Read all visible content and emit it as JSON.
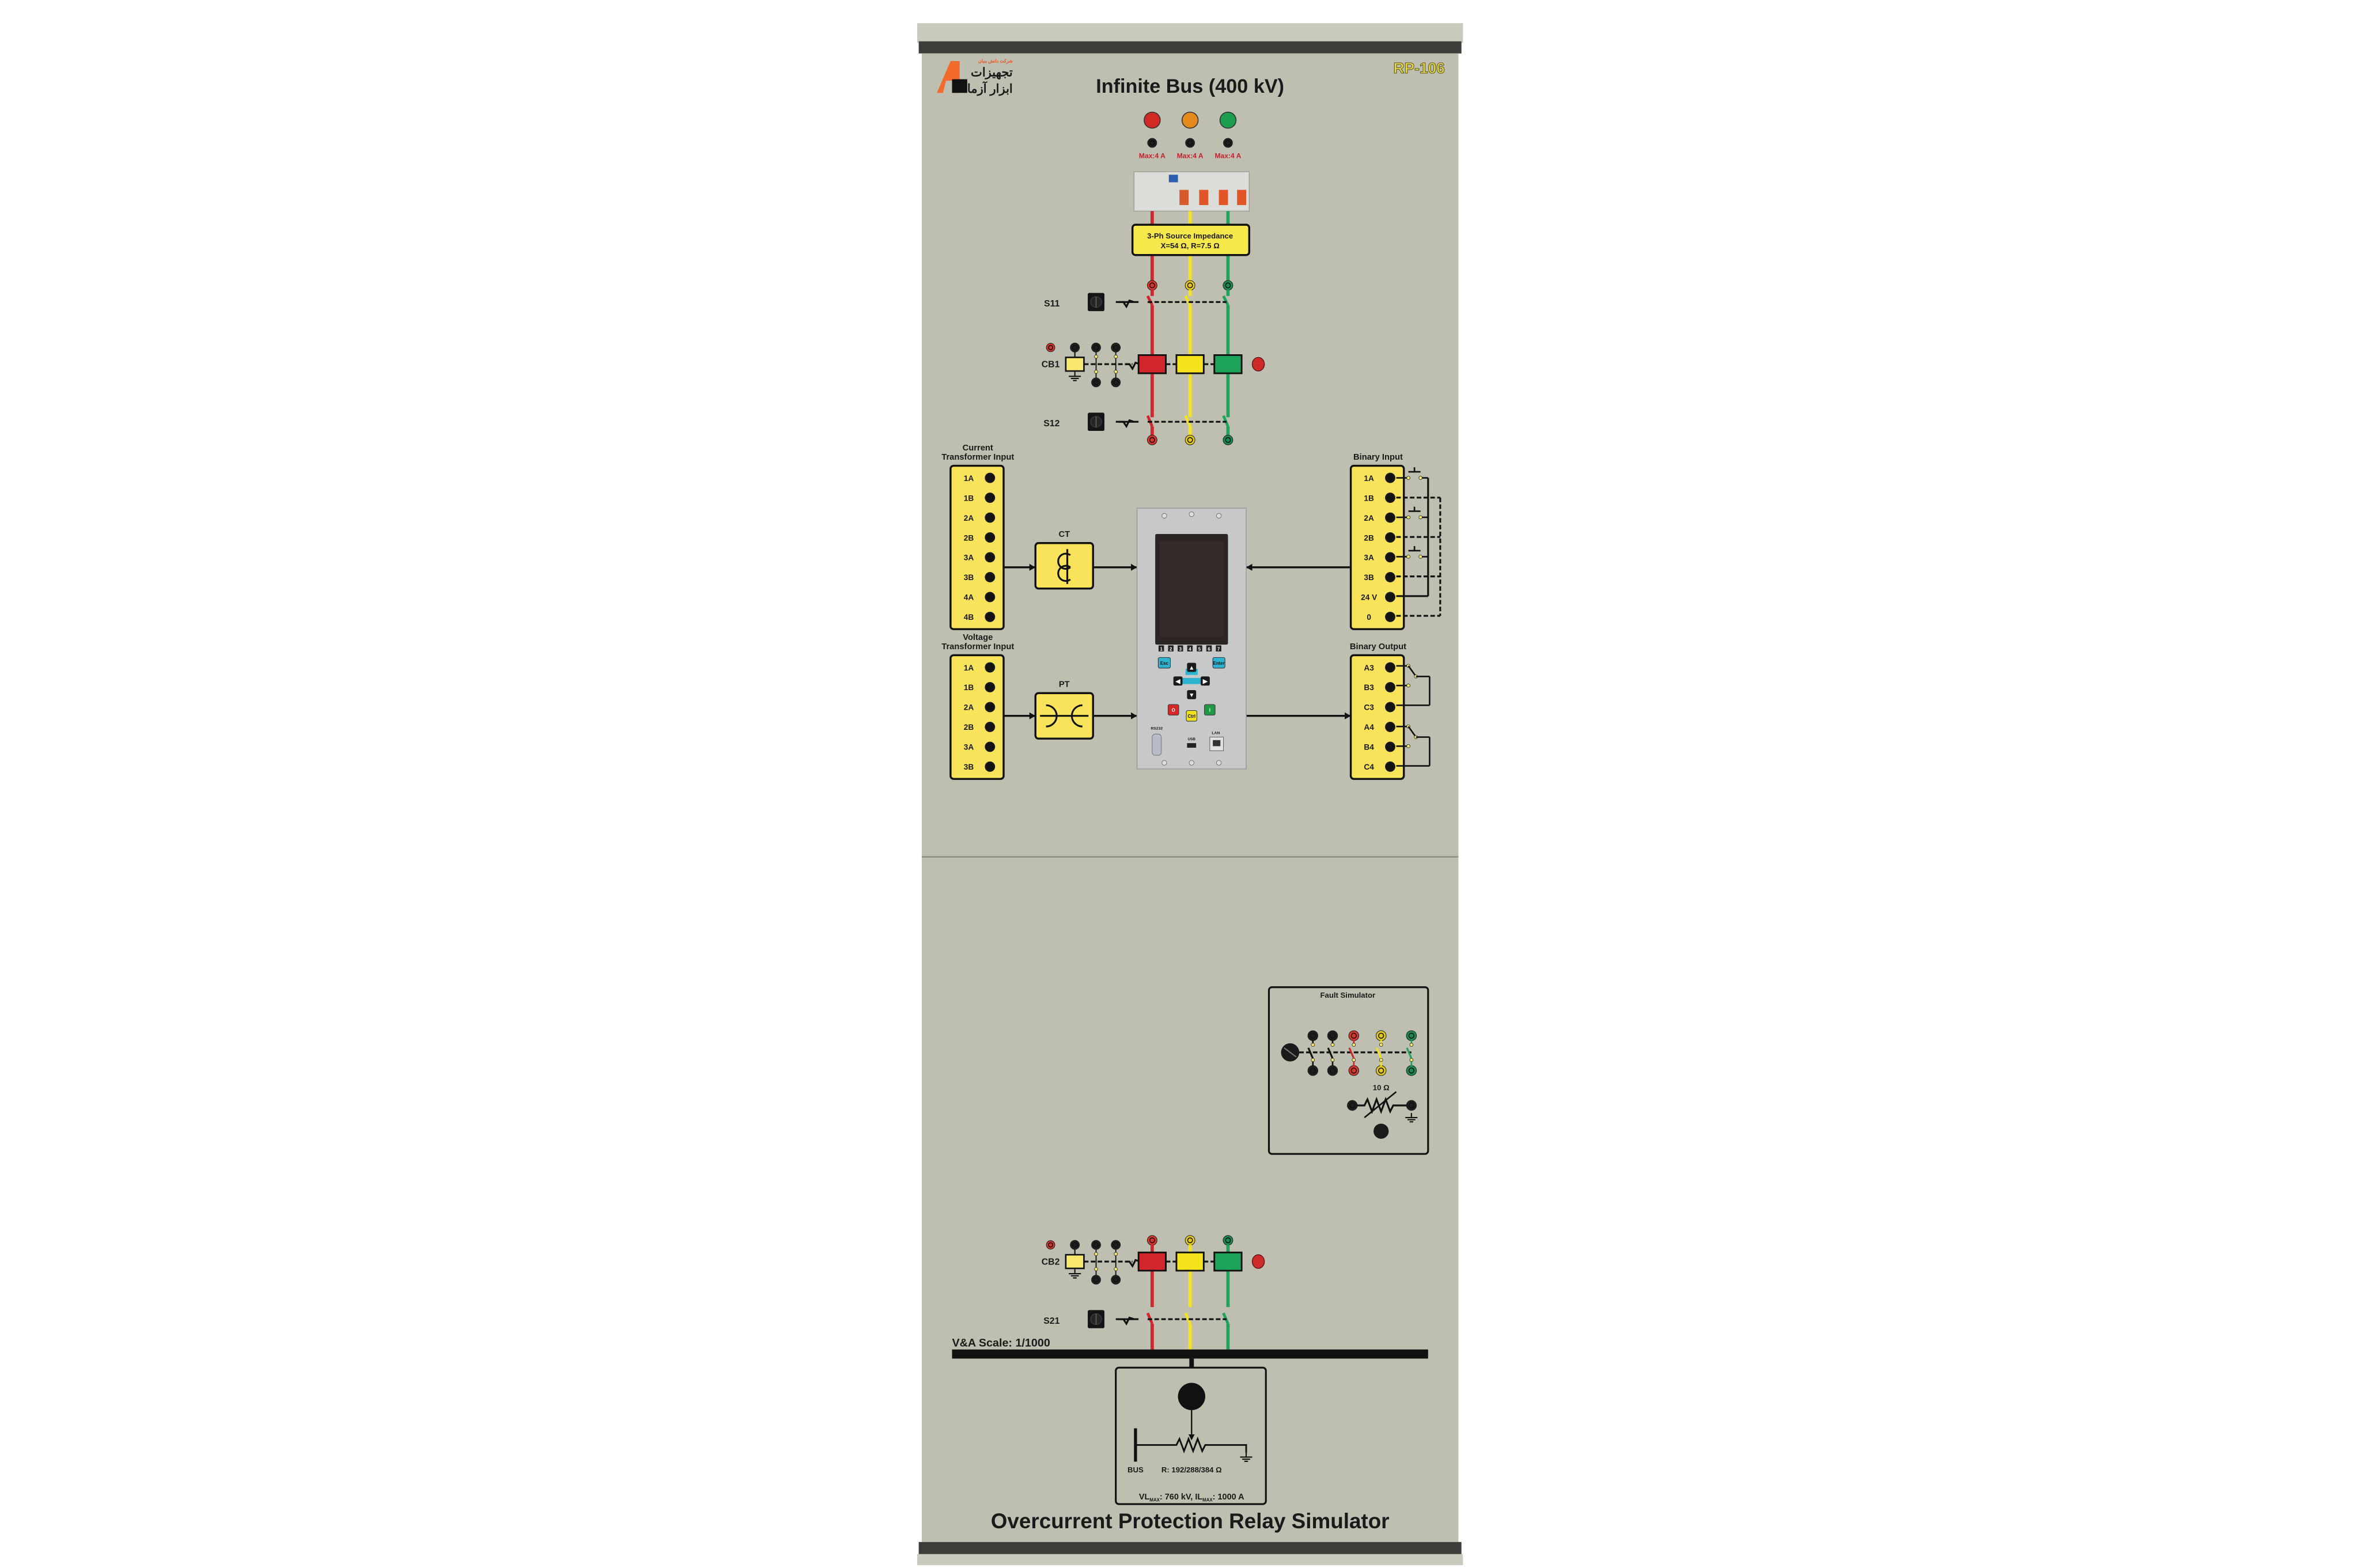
{
  "header": {
    "logo_tagline": "شرکت دانش بنیان",
    "logo_line1": "تجهیزات",
    "logo_line2": "ابزار آزما",
    "title": "Infinite Bus (400 kV)",
    "model": "RP-106"
  },
  "fuse_labels": [
    "Max:4 A",
    "Max:4 A",
    "Max:4 A"
  ],
  "source_impedance": {
    "line1": "3-Ph Source Impedance",
    "line2": "X=54 Ω, R=7.5 Ω"
  },
  "switches": {
    "s11": "S11",
    "cb1": "CB1",
    "s12": "S12",
    "cb2": "CB2",
    "s21": "S21"
  },
  "ct_input": {
    "title_line1": "Current",
    "title_line2": "Transformer Input",
    "terminals": [
      "1A",
      "1B",
      "2A",
      "2B",
      "3A",
      "3B",
      "4A",
      "4B"
    ]
  },
  "vt_input": {
    "title_line1": "Voltage",
    "title_line2": "Transformer Input",
    "terminals": [
      "1A",
      "1B",
      "2A",
      "2B",
      "3A",
      "3B"
    ]
  },
  "ct_label": "CT",
  "pt_label": "PT",
  "binary_input": {
    "title": "Binary Input",
    "terminals": [
      "1A",
      "1B",
      "2A",
      "2B",
      "3A",
      "3B",
      "24 V",
      "0"
    ]
  },
  "binary_output": {
    "title": "Binary Output",
    "terminals": [
      "A3",
      "B3",
      "C3",
      "A4",
      "B4",
      "C4"
    ]
  },
  "relay": {
    "leds": [
      "1",
      "2",
      "3",
      "4",
      "5",
      "6",
      "7"
    ],
    "esc": "Esc",
    "enter": "Enter",
    "open": "O",
    "ctrl": "Ctrl",
    "close": "I",
    "rs232": "RS232",
    "usb": "USB",
    "lan": "LAN"
  },
  "fault_simulator": {
    "title": "Fault Simulator",
    "resistor": "10 Ω"
  },
  "scale_label": "V&A Scale: 1/1000",
  "load": {
    "bus": "BUS",
    "resistance": "R: 192/288/384 Ω",
    "vl": "VL",
    "vl_sub": "MAX",
    "vl_value": ": 760 kV, IL",
    "il_sub": "MAX",
    "il_value": ": 1000 A"
  },
  "footer_title": "Overcurrent Protection Relay Simulator",
  "colors": {
    "panel": "#bebfb1",
    "red": "#d2262c",
    "yellow": "#f6e21c",
    "green": "#1ea35a",
    "block": "#f8e35a"
  }
}
